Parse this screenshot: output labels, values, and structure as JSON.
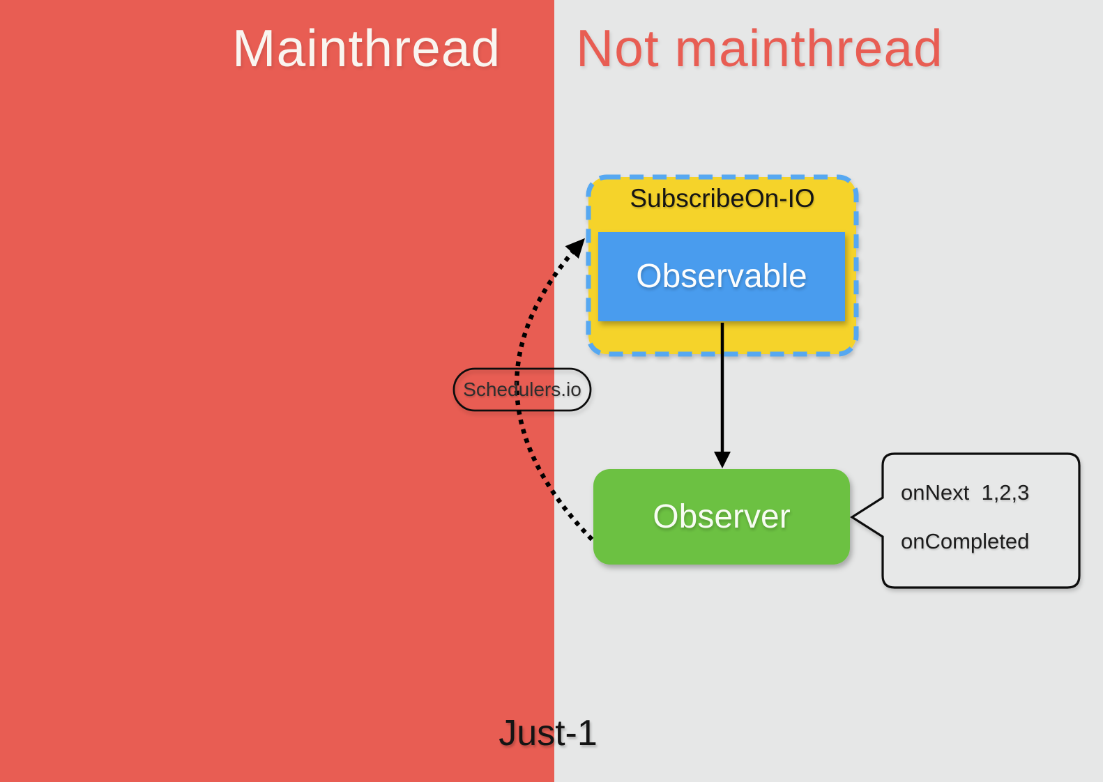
{
  "headers": {
    "mainthread": "Mainthread",
    "not_mainthread": "Not mainthread"
  },
  "subscribe_group": {
    "title": "SubscribeOn-IO",
    "observable_label": "Observable"
  },
  "observer": {
    "label": "Observer"
  },
  "scheduler": {
    "label": "Schedulers.io"
  },
  "callout": {
    "line1": "onNext  1,2,3",
    "line2": "onCompleted"
  },
  "caption": "Just-1",
  "icons": {
    "down_arrow": "solid-down-arrow-icon",
    "curved_arrow": "dotted-curved-arrow-icon"
  },
  "colors": {
    "mainthread_bg": "#E85D53",
    "not_mainthread_bg": "#E6E7E7",
    "subscribe_fill": "#F5D32B",
    "subscribe_border": "#57A8F1",
    "observable_fill": "#4A9CEE",
    "observer_fill": "#6CC142",
    "bubble_fill": "#E7E8E8",
    "arrow_color": "#000000"
  }
}
